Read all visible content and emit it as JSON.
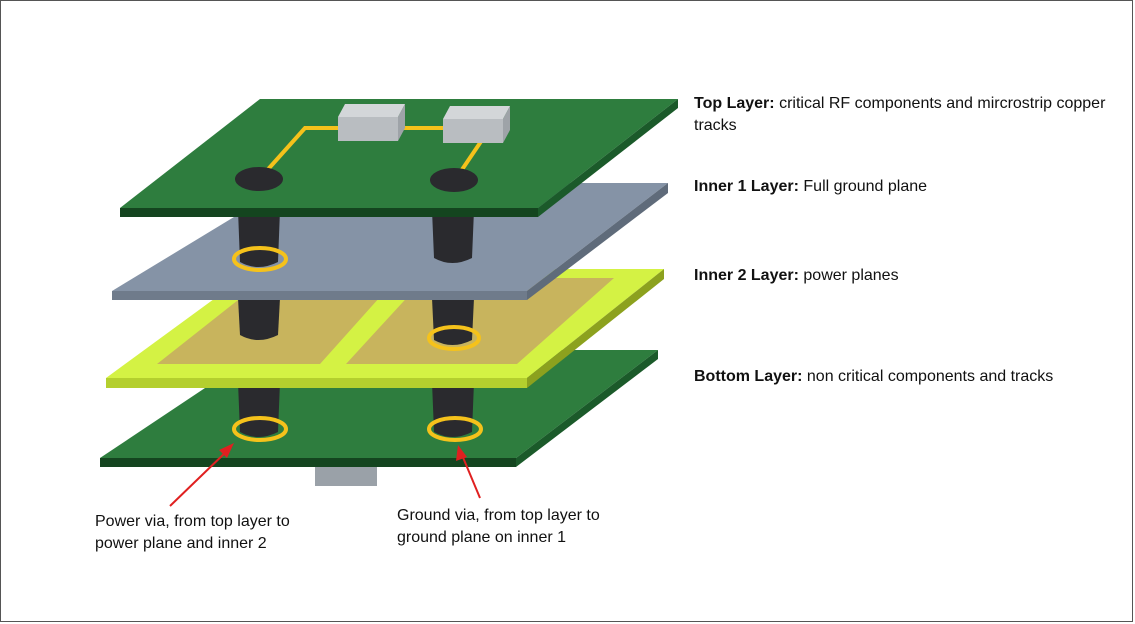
{
  "colors": {
    "top_green": "#2e7d3e",
    "green_edge": "#14451f",
    "ground_grey": "#8593a6",
    "grey_edge": "#5f6b7a",
    "lime": "#d4f244",
    "lime_edge": "#8ca11e",
    "copper": "#c8b45d",
    "track_yellow": "#f5c21b",
    "via_dark": "#2a2a2e",
    "component_grey": "#b9bdc1",
    "arrow_red": "#e02020"
  },
  "layers": [
    {
      "name": "Top Layer:",
      "desc": "critical RF components and mircrostrip copper tracks"
    },
    {
      "name": "Inner 1 Layer:",
      "desc": "Full ground plane"
    },
    {
      "name": "Inner 2 Layer:",
      "desc": "power planes"
    },
    {
      "name": "Bottom Layer:",
      "desc": "non critical components and tracks"
    }
  ],
  "callouts": {
    "power_line1": "Power via, from top layer to",
    "power_line2": "power plane and inner 2",
    "ground_line1": "Ground via, from top layer to",
    "ground_line2": "ground plane on inner 1"
  }
}
